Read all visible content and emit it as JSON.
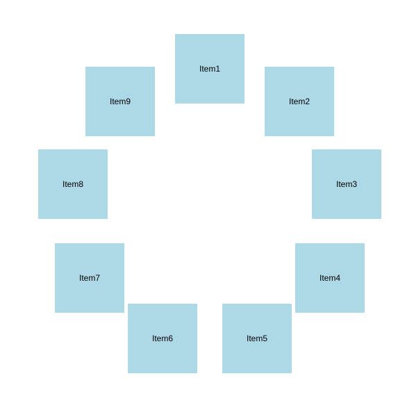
{
  "colors": {
    "tile_background": "#add8e6",
    "page_background": "#ffffff",
    "text": "#000000"
  },
  "items": [
    {
      "label": "Item1"
    },
    {
      "label": "Item2"
    },
    {
      "label": "Item3"
    },
    {
      "label": "Item4"
    },
    {
      "label": "Item5"
    },
    {
      "label": "Item6"
    },
    {
      "label": "Item7"
    },
    {
      "label": "Item8"
    },
    {
      "label": "Item9"
    }
  ]
}
